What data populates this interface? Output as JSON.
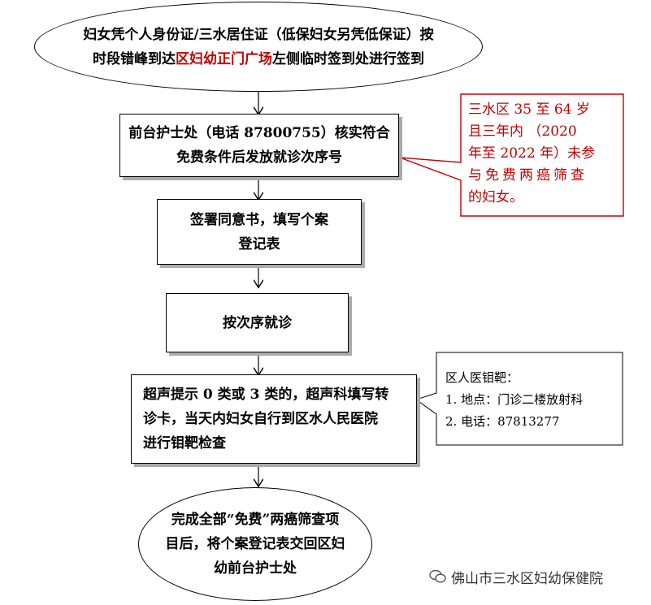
{
  "nodes": {
    "start": {
      "line1": "妇女凭个人身份证/三水居住证（低保妇女另凭低保证）按",
      "line2_pre": "时段错峰到达",
      "line2_highlight": "区妇幼正门广场",
      "line2_post": "左侧临时签到处进行签到"
    },
    "front_desk": {
      "line1": "前台护士处（电话 87800755）核实符合",
      "line2": "免费条件后发放就诊次序号"
    },
    "sign_consent": {
      "line1": "签署同意书，填写个案",
      "line2": "登记表"
    },
    "consult": {
      "text": "按次序就诊"
    },
    "ultrasound": {
      "line1": "超声提示 0 类或 3 类的，超声科填写转",
      "line2": "诊卡，当天内妇女自行到区水人民医院",
      "line3": "进行钼靶检查"
    },
    "finish": {
      "line1": "完成全部“免费”两癌筛查项",
      "line2": "目后，将个案登记表交回区妇",
      "line3": "幼前台护士处"
    }
  },
  "callouts": {
    "eligibility": {
      "line1": "三水区 35  至 64 岁",
      "line2": "且三年内 （2020",
      "line3": "年至 2022 年）未参",
      "line4": "与免费两癌筛查",
      "line5": "的妇女。"
    },
    "mammography": {
      "title": "区人医钼靶：",
      "item1": "1.  地点：门诊二楼放射科",
      "item2": "2.  电话：87813277"
    }
  },
  "watermark": {
    "text": "佛山市三水区妇幼保健院"
  },
  "colors": {
    "highlight": "#c00000",
    "border": "#000000",
    "shadow": "#aaaaaa"
  }
}
